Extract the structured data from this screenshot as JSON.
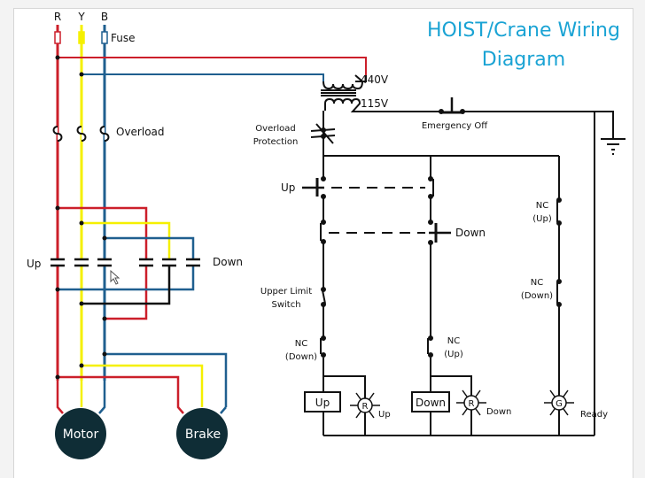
{
  "title": {
    "line1": "HOIST/Crane Wiring",
    "line2": "Diagram"
  },
  "colors": {
    "phase_r": "#cc1f2a",
    "phase_y": "#f5f000",
    "phase_b": "#1f5f8f",
    "control": "#111111",
    "title": "#1aa3d4",
    "motor_fill": "#0f2d36"
  },
  "power_circuit": {
    "phase_labels": [
      "R",
      "Y",
      "B"
    ],
    "fuse_label": "Fuse",
    "overload_label": "Overload",
    "contactor_up_label": "Up",
    "contactor_down_label": "Down",
    "motor_label": "Motor",
    "brake_label": "Brake"
  },
  "control_circuit": {
    "transformer_primary": "440V",
    "transformer_secondary": "115V",
    "overload_protection_line1": "Overload",
    "overload_protection_line2": "Protection",
    "emergency_off": "Emergency Off",
    "up_button": "Up",
    "down_button": "Down",
    "upper_limit_line1": "Upper Limit",
    "upper_limit_line2": "Switch",
    "nc_down_left_line1": "NC",
    "nc_down_left_line2": "(Down)",
    "nc_up_mid_line1": "NC",
    "nc_up_mid_line2": "(Up)",
    "nc_up_right_line1": "NC",
    "nc_up_right_line2": "(Up)",
    "nc_down_right_line1": "NC",
    "nc_down_right_line2": "(Down)",
    "coil_up": "Up",
    "coil_down": "Down",
    "lamp_r": "R",
    "lamp_g": "G",
    "lamp_up_label": "Up",
    "lamp_down_label": "Down",
    "lamp_ready_label": "Ready"
  }
}
